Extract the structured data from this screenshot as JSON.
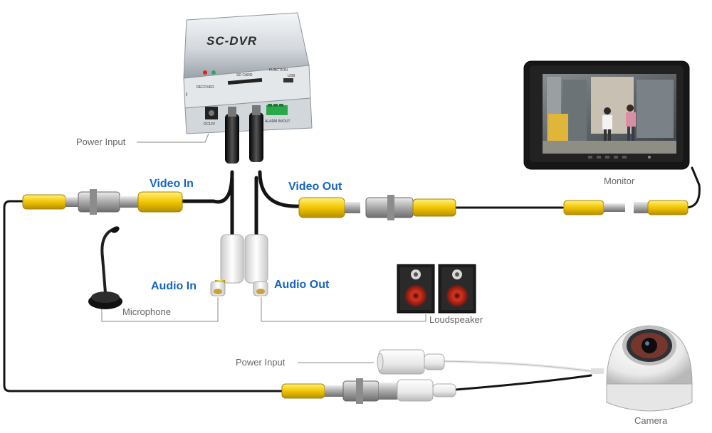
{
  "dvr": {
    "title": "SC-DVR",
    "panel_sd": "SD CARD",
    "panel_function": "FUNCTION",
    "panel_usb": "USB",
    "panel_recover": "RECOVER",
    "panel_dc": "DC12V",
    "panel_alarm": "ALARM IN/OUT"
  },
  "labels": {
    "power_input_top": "Power Input",
    "video_in": "Video In",
    "video_out": "Video Out",
    "audio_in": "Audio In",
    "audio_out": "Audio Out",
    "monitor": "Monitor",
    "microphone": "Microphone",
    "loudspeaker": "Loudspeaker",
    "power_input_bottom": "Power Input",
    "camera": "Camera"
  },
  "colors": {
    "label_blue": "#1565c0",
    "rca_yellow": "#f2c500",
    "rca_white": "#f3f3f3",
    "cable_black": "#1a1a1a",
    "bnc_silver": "#b8b8b8",
    "speaker_red": "#c0281a"
  }
}
